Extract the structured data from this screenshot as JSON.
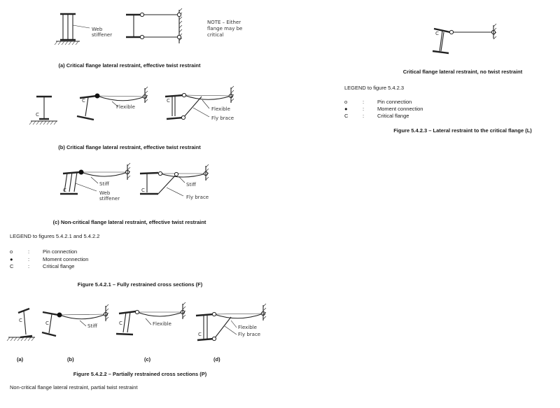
{
  "right_panel": {
    "caption": "Critical flange lateral restraint, no twist restraint",
    "legend_title": "LEGEND to figure 5.4.2.3",
    "legend": [
      {
        "symbol": "o",
        "colon": ":",
        "desc": "Pin connection"
      },
      {
        "symbol": "●",
        "colon": ":",
        "desc": "Moment connection"
      },
      {
        "symbol": "C",
        "colon": ":",
        "desc": "Critical flange"
      }
    ],
    "figure_title": "Figure 5.4.2.3 – Lateral restraint to the critical flange (L)",
    "c_label": "C"
  },
  "fig1": {
    "a": {
      "web_stiffener_1": "Web",
      "web_stiffener_2": "stiffener",
      "note_1": "NOTE – Either",
      "note_2": "flange may be",
      "note_3": "critical",
      "caption": "(a) Critical flange lateral restraint, effective twist restraint"
    },
    "b": {
      "c_labels": [
        "C",
        "C",
        "C"
      ],
      "flexible_1": "Flexible",
      "flexible_2": "Flexible",
      "fly_brace": "Fly brace",
      "caption": "(b) Critical flange lateral restraint, effective twist restraint"
    },
    "c": {
      "c_labels": [
        "C",
        "C"
      ],
      "stiff_1": "Stiff",
      "web_stiffener_1": "Web",
      "web_stiffener_2": "stiffener",
      "stiff_2": "Stiff",
      "fly_brace": "Fly brace",
      "caption": "(c) Non-critical flange lateral restraint, effective twist restraint"
    },
    "legend_title": "LEGEND to figures 5.4.2.1 and 5.4.2.2",
    "legend": [
      {
        "symbol": "o",
        "colon": ":",
        "desc": "Pin connection"
      },
      {
        "symbol": "●",
        "colon": ":",
        "desc": "Moment connection"
      },
      {
        "symbol": "C",
        "colon": ":",
        "desc": "Critical flange"
      }
    ],
    "figure_title": "Figure 5.4.2.1 – Fully restrained cross sections (F)"
  },
  "fig2": {
    "c_labels": [
      "C",
      "C",
      "C",
      "C"
    ],
    "stiff": "Stiff",
    "flexible_c": "Flexible",
    "flexible_d": "Flexible",
    "fly_brace": "Fly brace",
    "sub_labels": [
      "(a)",
      "(b)",
      "(c)",
      "(d)"
    ],
    "figure_title": "Figure 5.4.2.2 – Partially restrained cross sections (P)"
  },
  "footer_caption": "Non-critical flange lateral restraint, partial twist restraint"
}
